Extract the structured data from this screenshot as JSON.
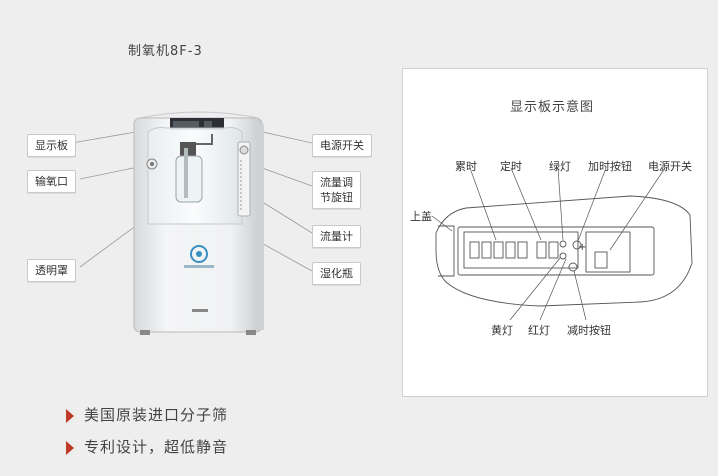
{
  "product_title": "制氧机8F-3",
  "left_callouts": [
    "显示板",
    "输氧口",
    "透明罩"
  ],
  "right_callouts": [
    "电源开关",
    "流量调\n节旋钮",
    "流量计",
    "湿化瓶"
  ],
  "panel": {
    "title": "显示板示意图",
    "labels": {
      "cumulative": "累时",
      "timer": "定时",
      "green_light": "绿灯",
      "add_time_button": "加时按钮",
      "power_switch": "电源开关",
      "top_cover": "上盖",
      "yellow_light": "黄灯",
      "red_light": "红灯",
      "reduce_time_button": "减时按钮"
    }
  },
  "features": [
    "美国原装进口分子筛",
    "专利设计，超低静音"
  ],
  "colors": {
    "bullet": "#c0392b",
    "background": "#efeeee"
  }
}
